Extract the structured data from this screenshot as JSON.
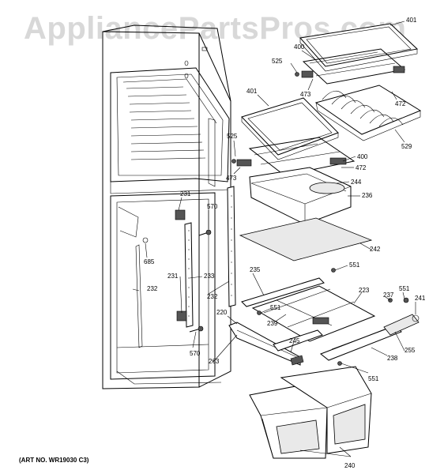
{
  "watermark": "AppliancePartsPros.com",
  "art_number": "(ART NO. WR19030 C3)",
  "callouts": {
    "c401a": "401",
    "c400a": "400",
    "c525a": "525",
    "c473a": "473",
    "c472a": "472",
    "c529": "529",
    "c401b": "401",
    "c525b": "525",
    "c400b": "400",
    "c472b": "472",
    "c473b": "473",
    "c244": "244",
    "c236": "236",
    "c231a": "231",
    "c570a": "570",
    "c242": "242",
    "c685": "685",
    "c551a": "551",
    "c235": "235",
    "c231b": "231",
    "c233": "233",
    "c232a": "232",
    "c232b": "232",
    "c223": "223",
    "c551b": "551",
    "c551c": "551",
    "c237": "237",
    "c241": "241",
    "c220": "220",
    "c239": "239",
    "c245": "245",
    "c255": "255",
    "c238": "238",
    "c263": "263",
    "c570b": "570",
    "c551d": "551",
    "c240": "240"
  }
}
